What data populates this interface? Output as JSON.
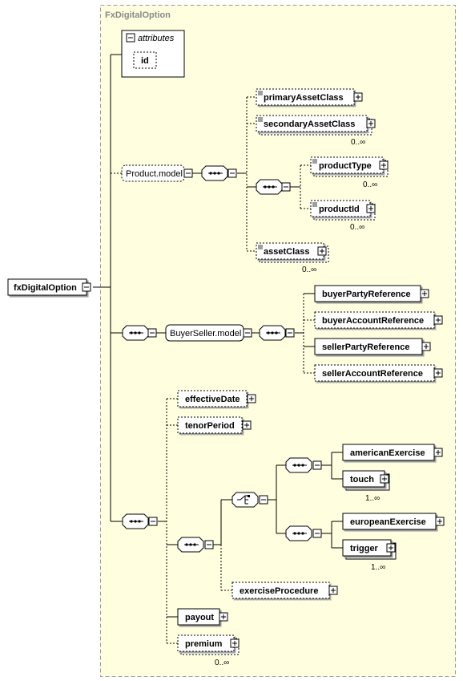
{
  "diagram_title": "FxDigitalOption",
  "root_element": "fxDigitalOption",
  "attributes": {
    "header": "attributes",
    "items": [
      "id"
    ]
  },
  "groups": {
    "product_model": "Product.model",
    "buyer_seller_model": "BuyerSeller.model"
  },
  "elements": {
    "primaryAssetClass": "primaryAssetClass",
    "secondaryAssetClass": "secondaryAssetClass",
    "productType": "productType",
    "productId": "productId",
    "assetClass": "assetClass",
    "buyerPartyReference": "buyerPartyReference",
    "buyerAccountReference": "buyerAccountReference",
    "sellerPartyReference": "sellerPartyReference",
    "sellerAccountReference": "sellerAccountReference",
    "effectiveDate": "effectiveDate",
    "tenorPeriod": "tenorPeriod",
    "americanExercise": "americanExercise",
    "touch": "touch",
    "europeanExercise": "europeanExercise",
    "trigger": "trigger",
    "exerciseProcedure": "exerciseProcedure",
    "payout": "payout",
    "premium": "premium"
  },
  "cardinalities": {
    "secondaryAssetClass": "0..∞",
    "productType": "0..∞",
    "productId": "0..∞",
    "assetClass": "0..∞",
    "touch": "1..∞",
    "trigger": "1..∞",
    "premium": "0..∞"
  },
  "colors": {
    "background": "#ffffe0",
    "box_fill": "#ffffff",
    "line": "#000000",
    "title": "#888888"
  }
}
